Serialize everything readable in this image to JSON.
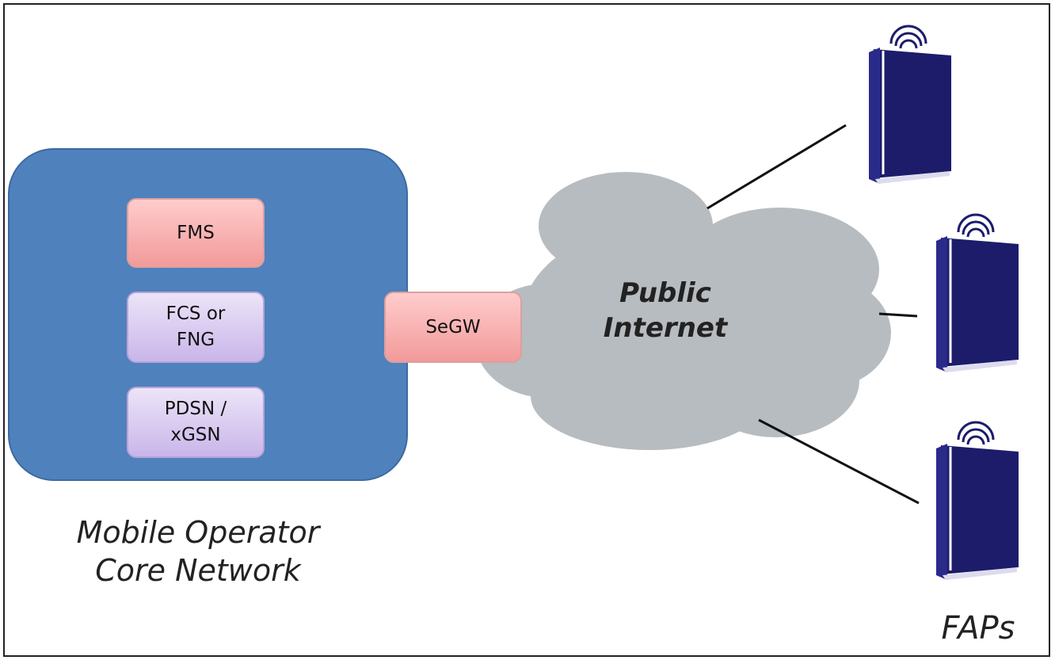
{
  "diagram": {
    "core_network": {
      "label": "Mobile Operator\nCore Network",
      "components": {
        "fms": "FMS",
        "fcs": "FCS or\nFNG",
        "pdsn": "PDSN /\nxGSN"
      }
    },
    "gateway": {
      "label": "SeGW"
    },
    "cloud": {
      "label": "Public\nInternet"
    },
    "faps": {
      "label": "FAPs",
      "count": 3
    },
    "colors": {
      "core_box": "#4f81bd",
      "cloud": "#b7bcc0",
      "fap_device": "#1c1c6b",
      "node_red": "#f4b6b6",
      "node_lavender": "#d8cdf0"
    }
  }
}
